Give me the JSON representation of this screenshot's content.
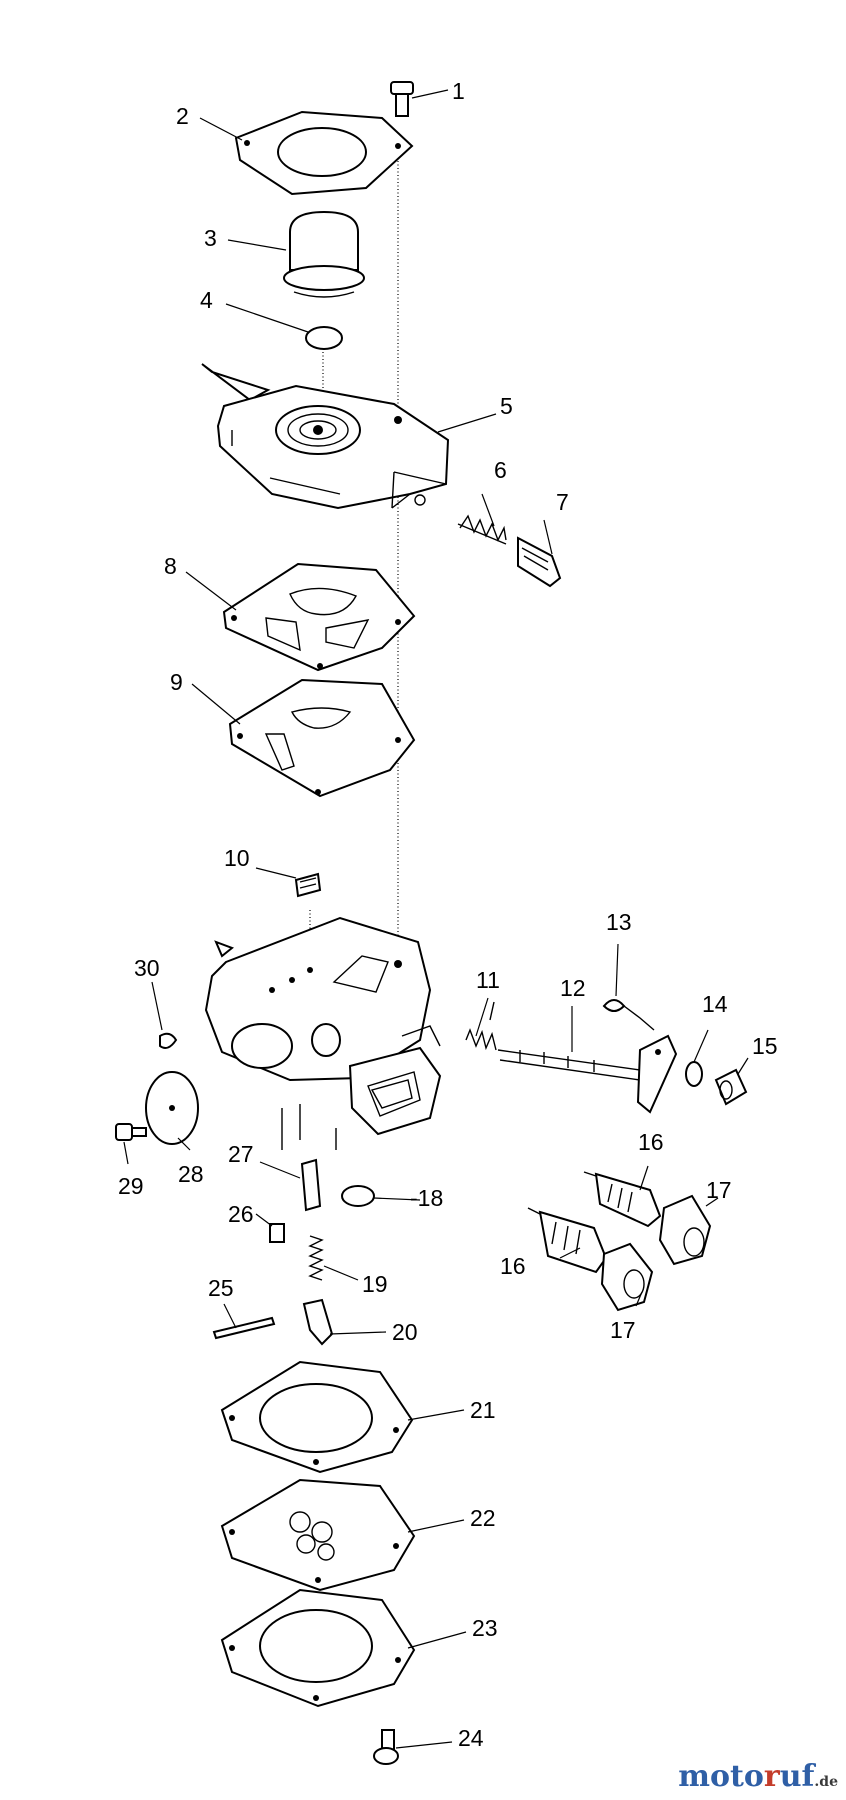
{
  "labels": {
    "l1": "1",
    "l2": "2",
    "l3": "3",
    "l4": "4",
    "l5": "5",
    "l6": "6",
    "l7": "7",
    "l8": "8",
    "l9": "9",
    "l10": "10",
    "l11": "11",
    "l12": "12",
    "l13": "13",
    "l14": "14",
    "l15": "15",
    "l16a": "16",
    "l16b": "16",
    "l17a": "17",
    "l17b": "17",
    "l18": "-18",
    "l19": "19",
    "l20": "20",
    "l21": "21",
    "l22": "22",
    "l23": "23",
    "l24": "24",
    "l25": "25",
    "l26": "26",
    "l27": "27",
    "l28": "28",
    "l29": "29",
    "l30": "30"
  },
  "watermark": {
    "part1": "moto",
    "part2": "r",
    "part3": "uf",
    "domain": ".de"
  },
  "colors": {
    "brand_blue": "#2f5fa6",
    "brand_red": "#c43c2a"
  }
}
